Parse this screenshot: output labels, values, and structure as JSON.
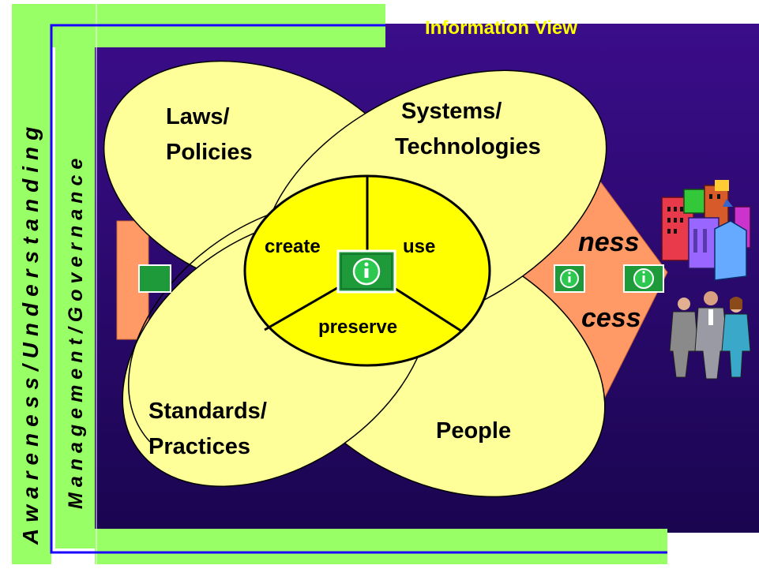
{
  "title": "Information View",
  "side_labels": {
    "outer": "Awareness/Understanding",
    "inner": "Management/Governance"
  },
  "petals": {
    "laws": [
      "Laws/",
      "Policies"
    ],
    "systems": [
      "Systems/",
      "Technologies"
    ],
    "standards": [
      "Standards/",
      "Practices"
    ],
    "people": "People"
  },
  "lifecycle": {
    "create": "create",
    "use": "use",
    "preserve": "preserve"
  },
  "arrow_text": {
    "top": "ness",
    "bottom": "cess"
  },
  "colors": {
    "background_purple": "#2b0a6e",
    "green_bar": "#99ff66",
    "blue_line": "#1a00ff",
    "petal_fill": "#ffff99",
    "center_fill": "#ffff00",
    "arrow_fill": "#ff9966",
    "title_text": "#ffff00",
    "info_icon_green": "#1f9a3a"
  },
  "icons": [
    "info-icon",
    "buildings-clipart",
    "business-people-clipart"
  ]
}
